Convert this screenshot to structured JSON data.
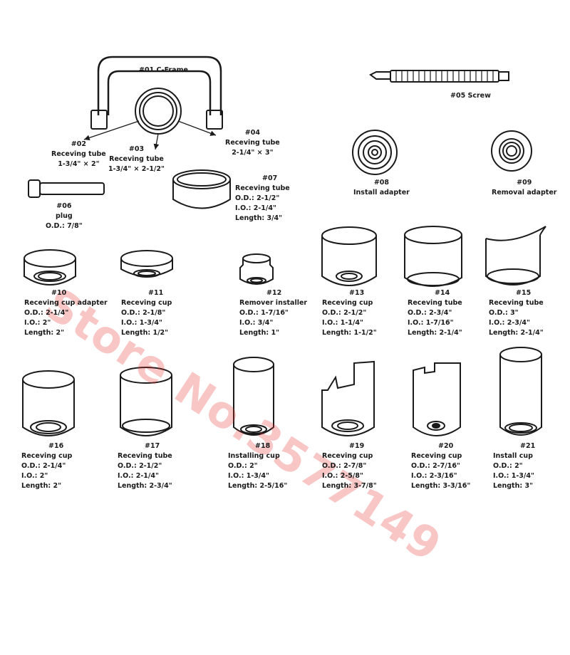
{
  "parts": [
    {
      "id": "p01",
      "num": "#01 C-Frame",
      "lines": []
    },
    {
      "id": "p02",
      "num": "#02",
      "lines": [
        "Receving tube",
        "1-3/4\" × 2\""
      ]
    },
    {
      "id": "p03",
      "num": "#03",
      "lines": [
        "Receving tube",
        "1-3/4\" × 2-1/2\""
      ]
    },
    {
      "id": "p04",
      "num": "#04",
      "lines": [
        "Receving tube",
        "2-1/4\" × 3\""
      ]
    },
    {
      "id": "p05",
      "num": "#05 Screw",
      "lines": []
    },
    {
      "id": "p06",
      "num": "#06",
      "lines": [
        "plug",
        "O.D.: 7/8\""
      ]
    },
    {
      "id": "p07",
      "num": "#07",
      "lines": [
        "Receving tube",
        "O.D.: 2-1/2\"",
        "I.O.: 2-1/4\"",
        "Length: 3/4\""
      ]
    },
    {
      "id": "p08",
      "num": "#08",
      "lines": [
        "Install adapter"
      ]
    },
    {
      "id": "p09",
      "num": "#09",
      "lines": [
        "Removal adapter"
      ]
    },
    {
      "id": "p10",
      "num": "#10",
      "lines": [
        "Receving cup adapter",
        "O.D.: 2-1/4\"",
        "I.O.: 2\"",
        "Length: 2\""
      ]
    },
    {
      "id": "p11",
      "num": "#11",
      "lines": [
        "Receving cup",
        "O.D.: 2-1/8\"",
        "I.O.: 1-3/4\"",
        "Length: 1/2\""
      ]
    },
    {
      "id": "p12",
      "num": "#12",
      "lines": [
        "Remover installer",
        "O.D.: 1-7/16\"",
        "I.O.: 3/4\"",
        "Length: 1\""
      ]
    },
    {
      "id": "p13",
      "num": "#13",
      "lines": [
        "Receving cup",
        "O.D.: 2-1/2\"",
        "I.O.: 1-1/4\"",
        "Length: 1-1/2\""
      ]
    },
    {
      "id": "p14",
      "num": "#14",
      "lines": [
        "Receving tube",
        "O.D.: 2-3/4\"",
        "I.O.: 1-7/16\"",
        "Length: 2-1/4\""
      ]
    },
    {
      "id": "p15",
      "num": "#15",
      "lines": [
        "Receving tube",
        "O.D.: 3\"",
        "I.O.: 2-3/4\"",
        "Length: 2-1/4\""
      ]
    },
    {
      "id": "p16",
      "num": "#16",
      "lines": [
        "Receving cup",
        "O.D.: 2-1/4\"",
        "I.O.: 2\"",
        "Length: 2\""
      ]
    },
    {
      "id": "p17",
      "num": "#17",
      "lines": [
        "Receving tube",
        "O.D.: 2-1/2\"",
        "I.O.: 2-1/4\"",
        "Length: 2-3/4\""
      ]
    },
    {
      "id": "p18",
      "num": "#18",
      "lines": [
        "Installing cup",
        "O.D.: 2\"",
        "I.O.: 1-3/4\"",
        "Length: 2-5/16\""
      ]
    },
    {
      "id": "p19",
      "num": "#19",
      "lines": [
        "Receving cup",
        "O.D.: 2-7/8\"",
        "I.O.: 2-5/8\"",
        "Length: 3-7/8\""
      ]
    },
    {
      "id": "p20",
      "num": "#20",
      "lines": [
        "Receving cup",
        "O.D.: 2-7/16\"",
        "I.O.: 2-3/16\"",
        "Length: 3-3/16\""
      ]
    },
    {
      "id": "p21",
      "num": "#21",
      "lines": [
        "Install cup",
        "O.D.: 2\"",
        "I.O.: 1-3/4\"",
        "Length: 3\""
      ]
    }
  ],
  "watermark": "Store No.3577149",
  "colors": {
    "ink": "#1a1a1a",
    "watermark": "#eb3232"
  }
}
